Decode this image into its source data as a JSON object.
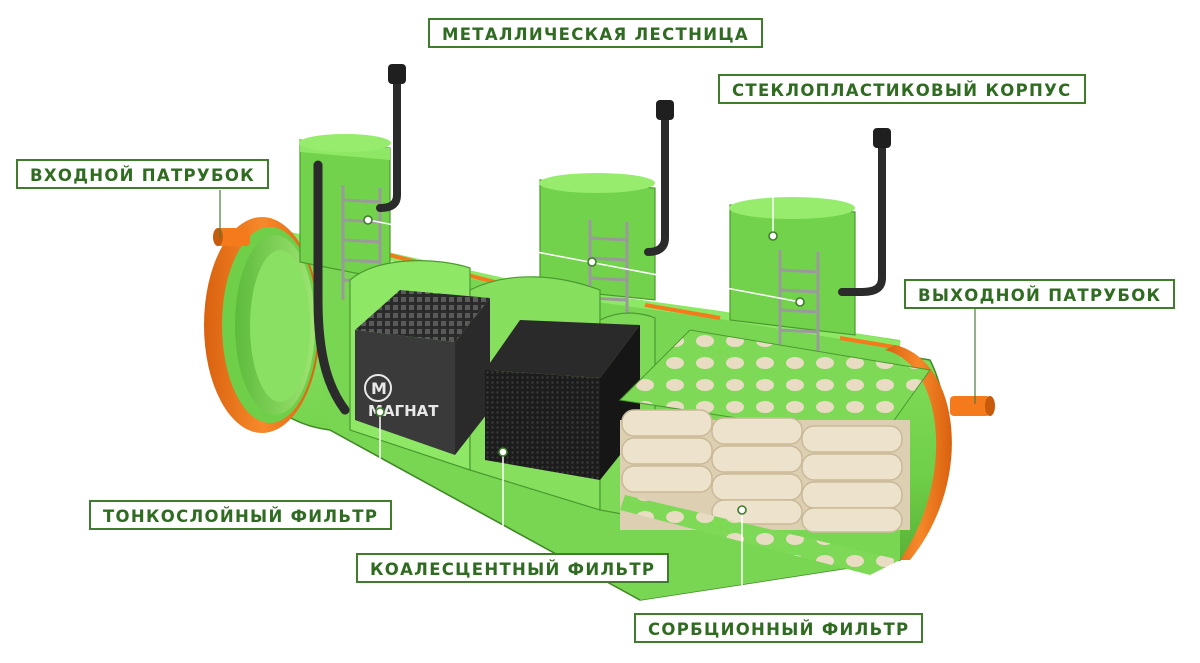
{
  "labels": {
    "ladder": "МЕТАЛЛИЧЕСКАЯ ЛЕСТНИЦА",
    "body": "СТЕКЛОПЛАСТИКОВЫЙ КОРПУС",
    "inlet": "ВХОДНОЙ ПАТРУБОК",
    "outlet": "ВЫХОДНОЙ ПАТРУБОК",
    "thin_filter": "ТОНКОСЛОЙНЫЙ ФИЛЬТР",
    "coalescent_filter": "КОАЛЕСЦЕНТНЫЙ ФИЛЬТР",
    "sorption_filter": "СОРБЦИОННЫЙ ФИЛЬТР"
  },
  "logo": {
    "text": "МАГНАТ"
  },
  "colors": {
    "body_green": "#7ed957",
    "body_green_dark": "#5cb33a",
    "inner_green": "#a6e87a",
    "flange_orange": "#f47a1c",
    "pipe_black": "#2b2b2b",
    "label_border": "#3f7d2c",
    "label_text": "#2f6b20",
    "sorbent_bags": "#e9dfc8"
  }
}
